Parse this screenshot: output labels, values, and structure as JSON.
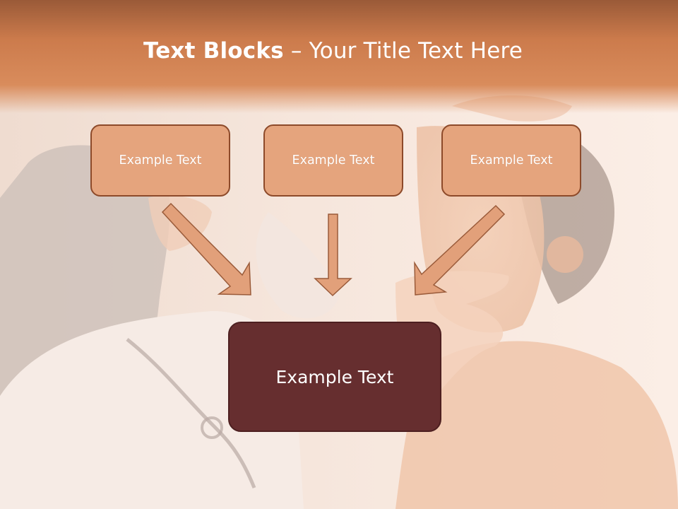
{
  "slide": {
    "title_bold": "Text Blocks",
    "title_rest": " – Your Title Text Here",
    "boxes": [
      {
        "label": "Example Text"
      },
      {
        "label": "Example Text"
      },
      {
        "label": "Example Text"
      }
    ],
    "main_box": {
      "label": "Example Text"
    }
  },
  "colors": {
    "header": "#cc7b4c",
    "box_fill": "#e5a47d",
    "box_border": "#8d4a2a",
    "main_fill": "#662e2f",
    "arrow_fill": "#e2a07a"
  },
  "icons": {
    "arrows": [
      "arrow-down-right-icon",
      "arrow-down-icon",
      "arrow-down-left-icon"
    ]
  }
}
